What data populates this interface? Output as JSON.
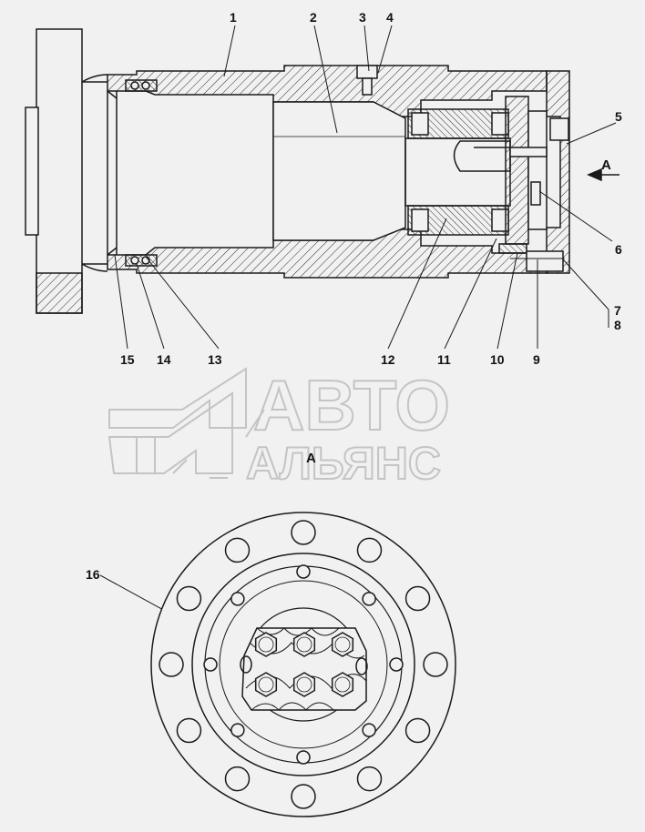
{
  "colors": {
    "background": "#f1f1f1",
    "line": "#1a1a1a",
    "hatch": "#2a2a2a",
    "watermark": "#c4c4c4"
  },
  "watermark": {
    "line1": "АВТО",
    "line2": "АЛЬЯНС"
  },
  "view_marker": {
    "arrow_label": "A",
    "view_title": "A"
  },
  "callouts": [
    "1",
    "2",
    "3",
    "4",
    "5",
    "6",
    "7",
    "8",
    "9",
    "10",
    "11",
    "12",
    "13",
    "14",
    "15",
    "16"
  ]
}
